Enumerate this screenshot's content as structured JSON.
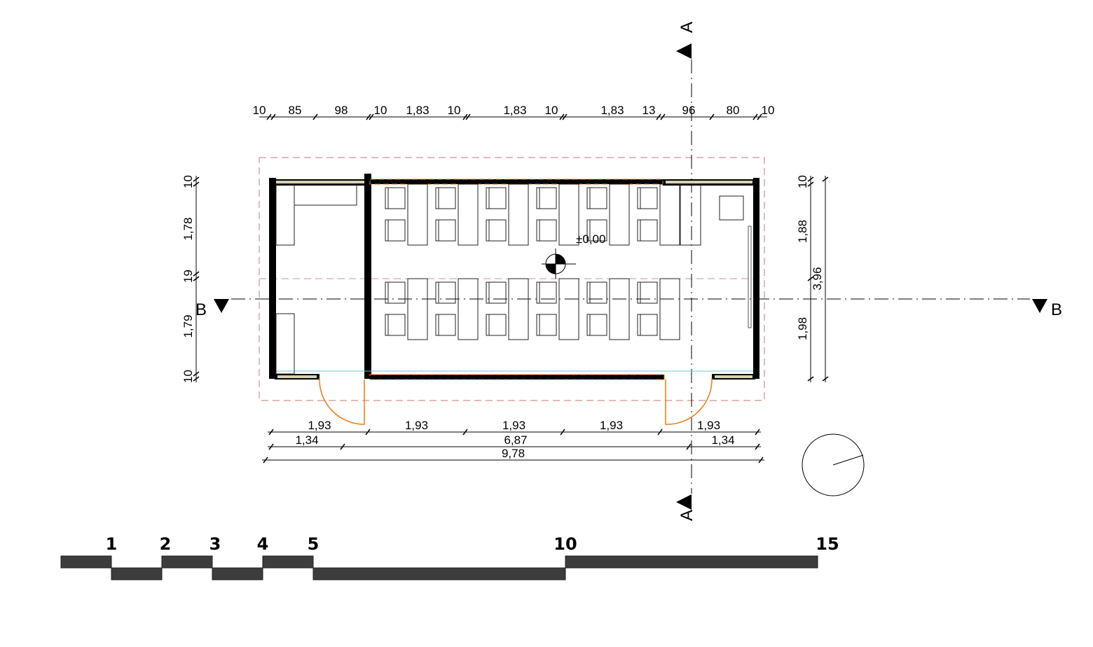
{
  "plan": {
    "level_label": "±0,00",
    "section_a": "A",
    "section_b": "B",
    "colors": {
      "wall": "#000000",
      "insulation": "#d8d2b4",
      "door": "#f07818",
      "roof_outline": "#d09090",
      "glass": "#70c8c0"
    }
  },
  "dims_top": [
    "10",
    "85",
    "98",
    "10",
    "1,83",
    "10",
    "1,83",
    "10",
    "1,83",
    "13",
    "96",
    "80",
    "10"
  ],
  "dims_left": [
    "10",
    "1,78",
    "19",
    "1,79",
    "10"
  ],
  "dims_right": [
    "10",
    "1,88",
    "1,98",
    "3,96"
  ],
  "dims_bottom_row1": [
    "1,93",
    "1,93",
    "1,93",
    "1,93",
    "1,93"
  ],
  "dims_bottom_row2": [
    "1,34",
    "6,87",
    "1,34"
  ],
  "dims_bottom_row3": [
    "9,78"
  ],
  "scale_bar": [
    "1",
    "2",
    "3",
    "4",
    "5",
    "10",
    "15"
  ]
}
